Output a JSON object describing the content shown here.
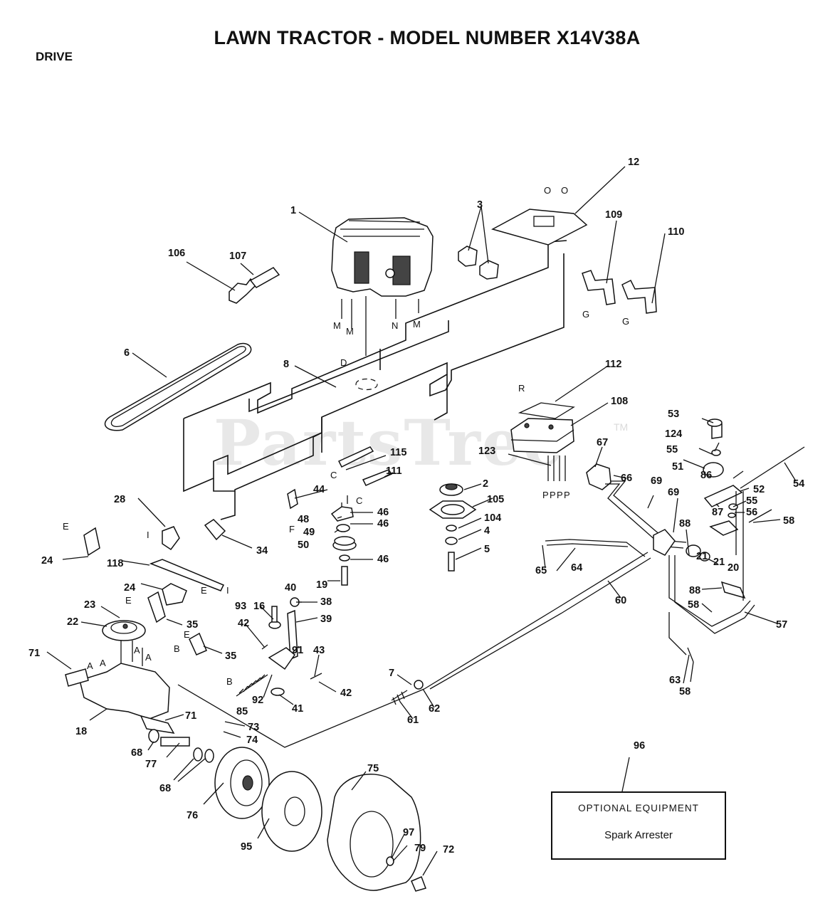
{
  "title": "LAWN TRACTOR - MODEL NUMBER X14V38A",
  "section": "DRIVE",
  "watermark": "PartsTree",
  "watermark_tm": "TM",
  "optional_equipment": {
    "title": "OPTIONAL EQUIPMENT",
    "item": "Spark Arrester"
  },
  "callouts": [
    "1",
    "2",
    "3",
    "4",
    "5",
    "6",
    "7",
    "8",
    "12",
    "16",
    "18",
    "19",
    "20",
    "21",
    "21",
    "22",
    "23",
    "24",
    "24",
    "28",
    "34",
    "35",
    "35",
    "38",
    "39",
    "40",
    "41",
    "42",
    "42",
    "43",
    "44",
    "46",
    "46",
    "46",
    "48",
    "49",
    "50",
    "51",
    "52",
    "53",
    "54",
    "55",
    "55",
    "56",
    "57",
    "58",
    "58",
    "58",
    "60",
    "61",
    "62",
    "63",
    "64",
    "65",
    "66",
    "67",
    "68",
    "68",
    "69",
    "69",
    "71",
    "71",
    "72",
    "73",
    "74",
    "75",
    "76",
    "77",
    "79",
    "85",
    "86",
    "87",
    "88",
    "88",
    "91",
    "92",
    "93",
    "95",
    "96",
    "97",
    "104",
    "105",
    "106",
    "107",
    "108",
    "109",
    "110",
    "111",
    "112",
    "115",
    "118",
    "123",
    "124"
  ],
  "letters": [
    "A",
    "A",
    "A",
    "A",
    "B",
    "B",
    "C",
    "C",
    "D",
    "E",
    "E",
    "E",
    "E",
    "F",
    "G",
    "G",
    "I",
    "I",
    "M",
    "M",
    "M",
    "N",
    "O",
    "O",
    "P",
    "P",
    "P",
    "P",
    "R"
  ]
}
